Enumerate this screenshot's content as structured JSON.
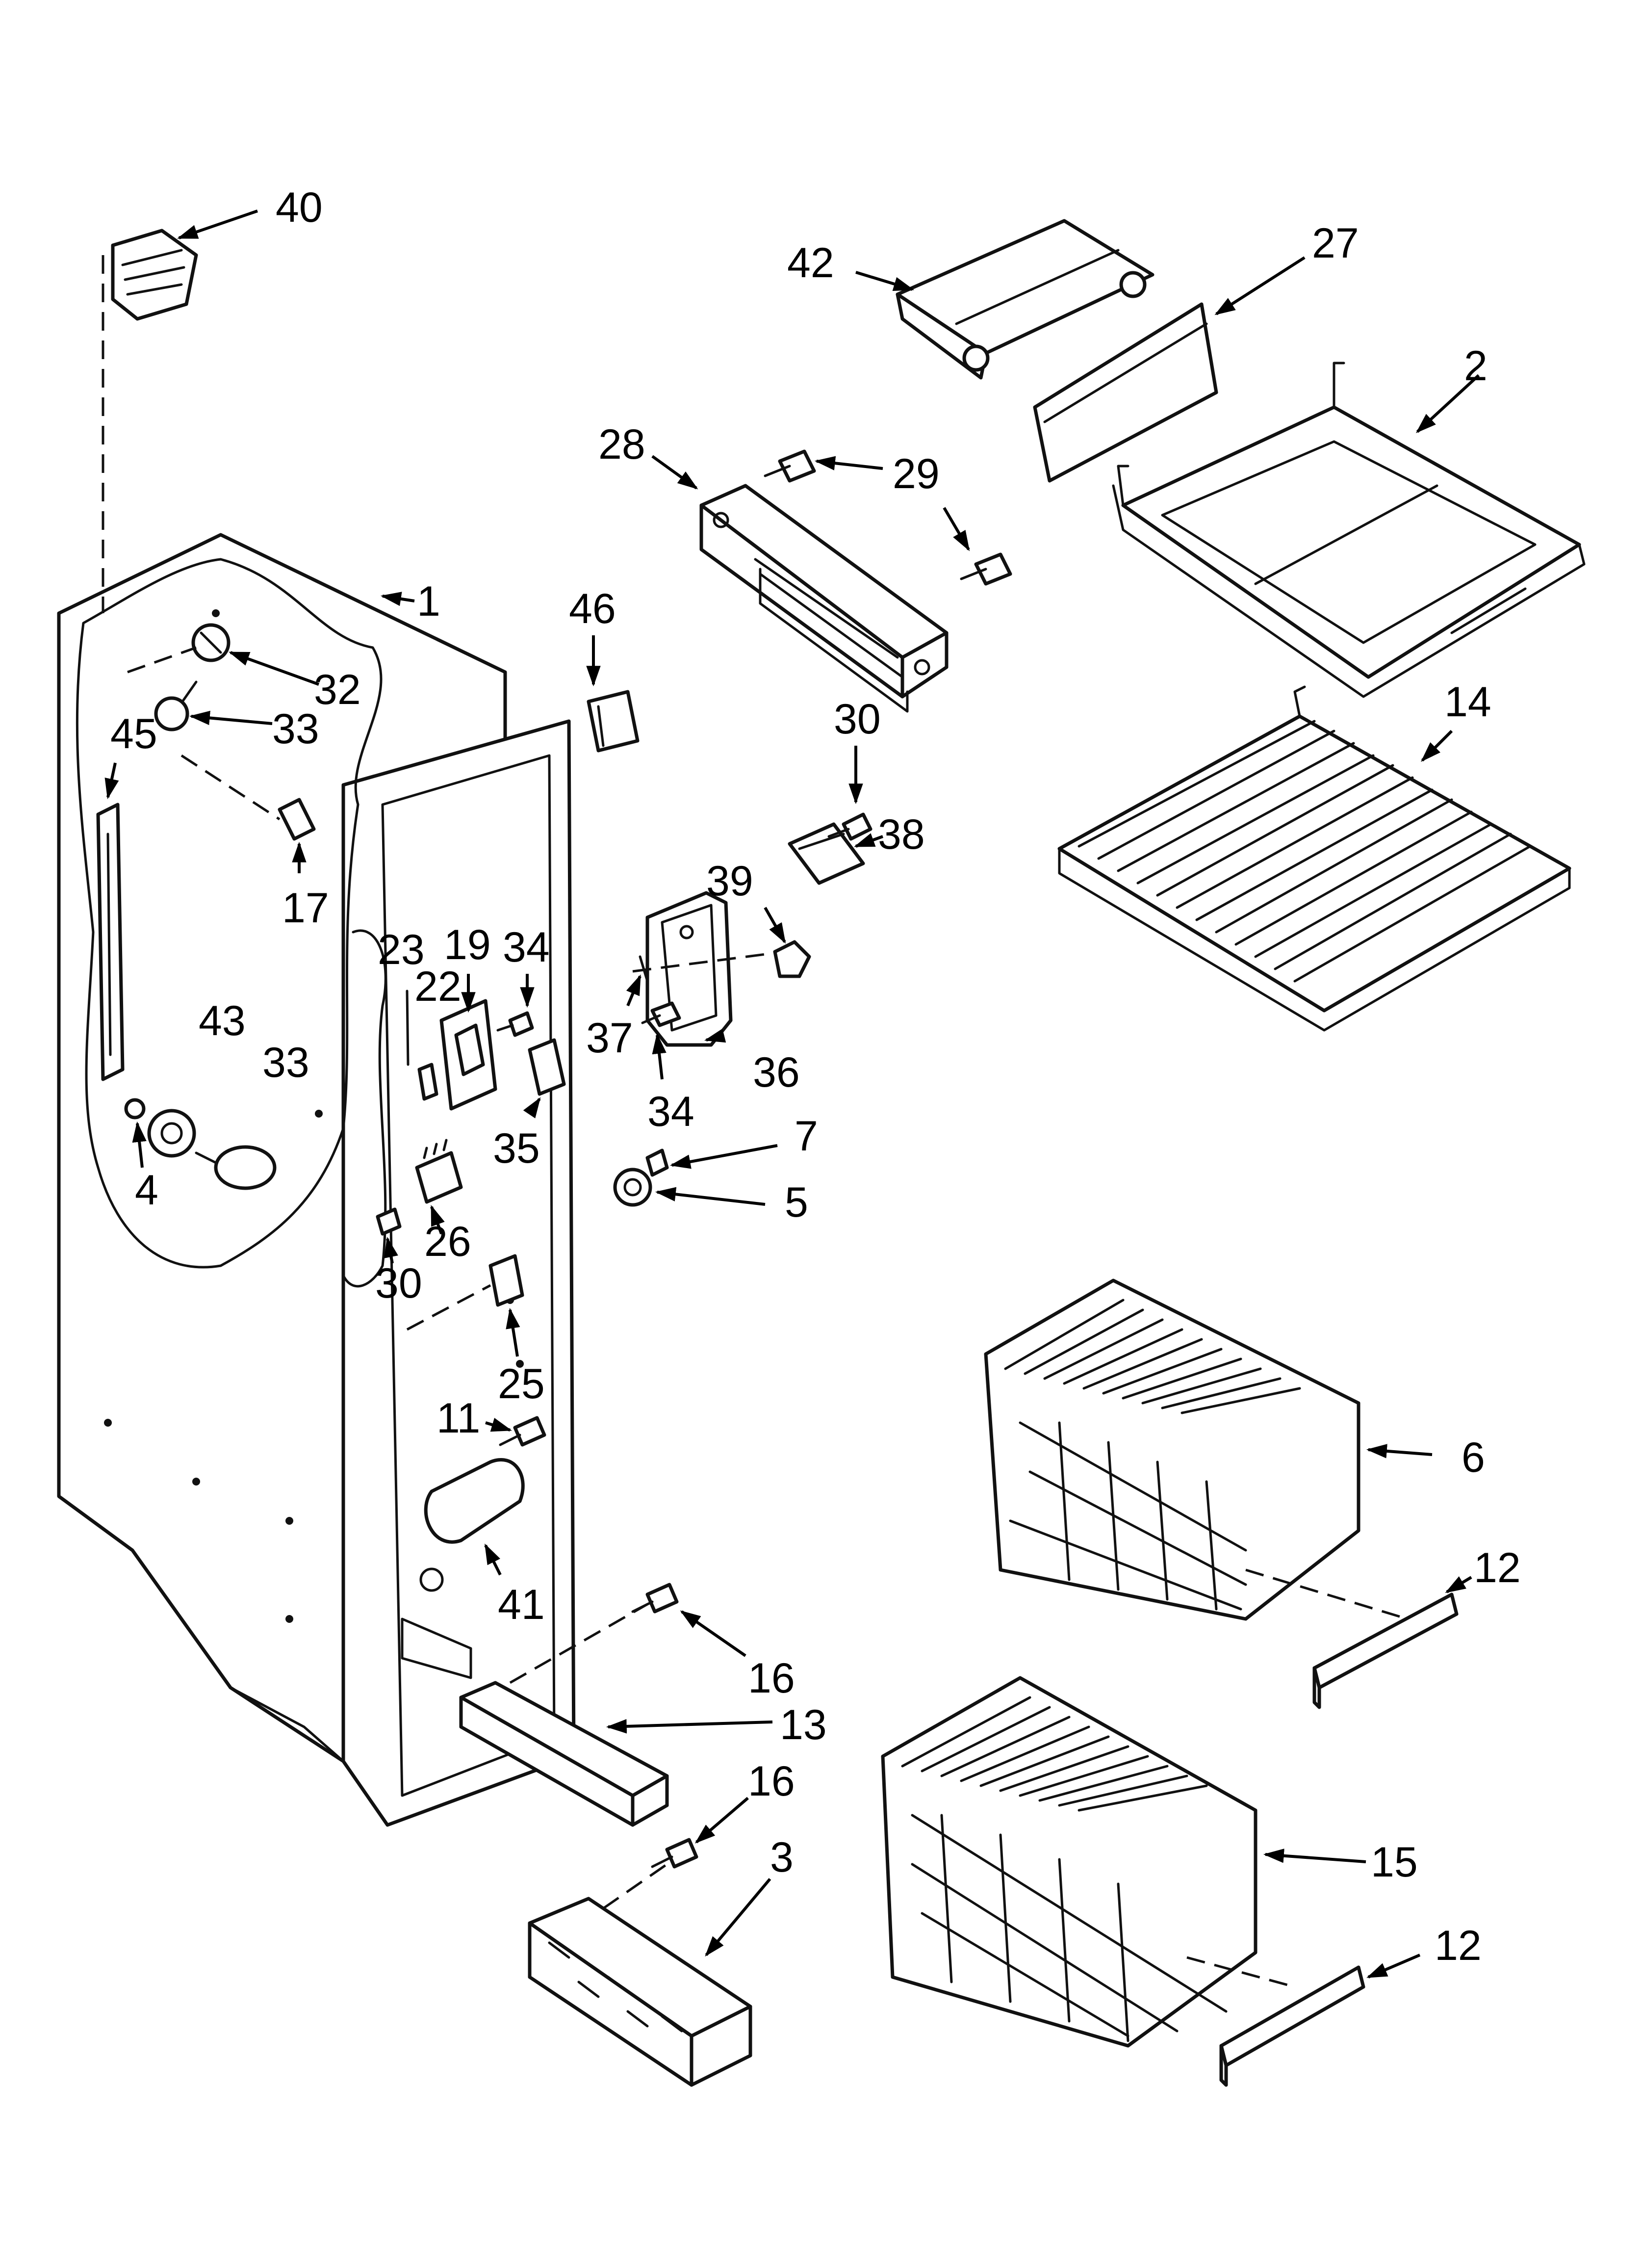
{
  "diagram": {
    "callouts": [
      {
        "id": "c40",
        "label": "40"
      },
      {
        "id": "c42",
        "label": "42"
      },
      {
        "id": "c27",
        "label": "27"
      },
      {
        "id": "c2",
        "label": "2"
      },
      {
        "id": "c28",
        "label": "28"
      },
      {
        "id": "c29",
        "label": "29"
      },
      {
        "id": "c1",
        "label": "1"
      },
      {
        "id": "c46",
        "label": "46"
      },
      {
        "id": "c32",
        "label": "32"
      },
      {
        "id": "c33a",
        "label": "33"
      },
      {
        "id": "c45",
        "label": "45"
      },
      {
        "id": "c30a",
        "label": "30"
      },
      {
        "id": "c14",
        "label": "14"
      },
      {
        "id": "c38",
        "label": "38"
      },
      {
        "id": "c17",
        "label": "17"
      },
      {
        "id": "c19",
        "label": "19"
      },
      {
        "id": "c34a",
        "label": "34"
      },
      {
        "id": "c39",
        "label": "39"
      },
      {
        "id": "c23",
        "label": "23"
      },
      {
        "id": "c22",
        "label": "22"
      },
      {
        "id": "c37",
        "label": "37"
      },
      {
        "id": "c43",
        "label": "43"
      },
      {
        "id": "c33b",
        "label": "33"
      },
      {
        "id": "c36",
        "label": "36"
      },
      {
        "id": "c34b",
        "label": "34"
      },
      {
        "id": "c35",
        "label": "35"
      },
      {
        "id": "c7",
        "label": "7"
      },
      {
        "id": "c4",
        "label": "4"
      },
      {
        "id": "c5",
        "label": "5"
      },
      {
        "id": "c26",
        "label": "26"
      },
      {
        "id": "c30b",
        "label": "30"
      },
      {
        "id": "c25",
        "label": "25"
      },
      {
        "id": "c6",
        "label": "6"
      },
      {
        "id": "c11",
        "label": "11"
      },
      {
        "id": "c41",
        "label": "41"
      },
      {
        "id": "c12a",
        "label": "12"
      },
      {
        "id": "c16a",
        "label": "16"
      },
      {
        "id": "c13",
        "label": "13"
      },
      {
        "id": "c16b",
        "label": "16"
      },
      {
        "id": "c3",
        "label": "3"
      },
      {
        "id": "c15",
        "label": "15"
      },
      {
        "id": "c12b",
        "label": "12"
      }
    ]
  }
}
